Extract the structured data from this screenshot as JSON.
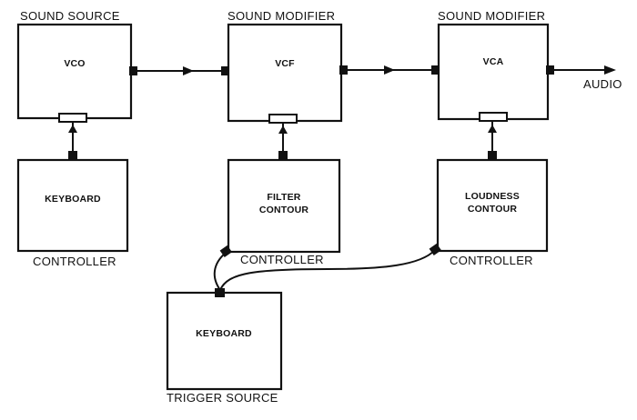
{
  "modules": {
    "vco": {
      "caption": "SOUND SOURCE",
      "label": "VCO"
    },
    "vcf": {
      "caption": "SOUND MODIFIER",
      "label": "VCF"
    },
    "vca": {
      "caption": "SOUND MODIFIER",
      "label": "VCA"
    },
    "keyboard_ctrl": {
      "caption": "CONTROLLER",
      "label": "KEYBOARD"
    },
    "filter": {
      "caption": "CONTROLLER",
      "label_1": "FILTER",
      "label_2": "CONTOUR"
    },
    "loudness": {
      "caption": "CONTROLLER",
      "label_1": "LOUDNESS",
      "label_2": "CONTOUR"
    },
    "trigger": {
      "caption": "TRIGGER SOURCE",
      "label": "KEYBOARD"
    }
  },
  "output": {
    "label": "AUDIO"
  }
}
